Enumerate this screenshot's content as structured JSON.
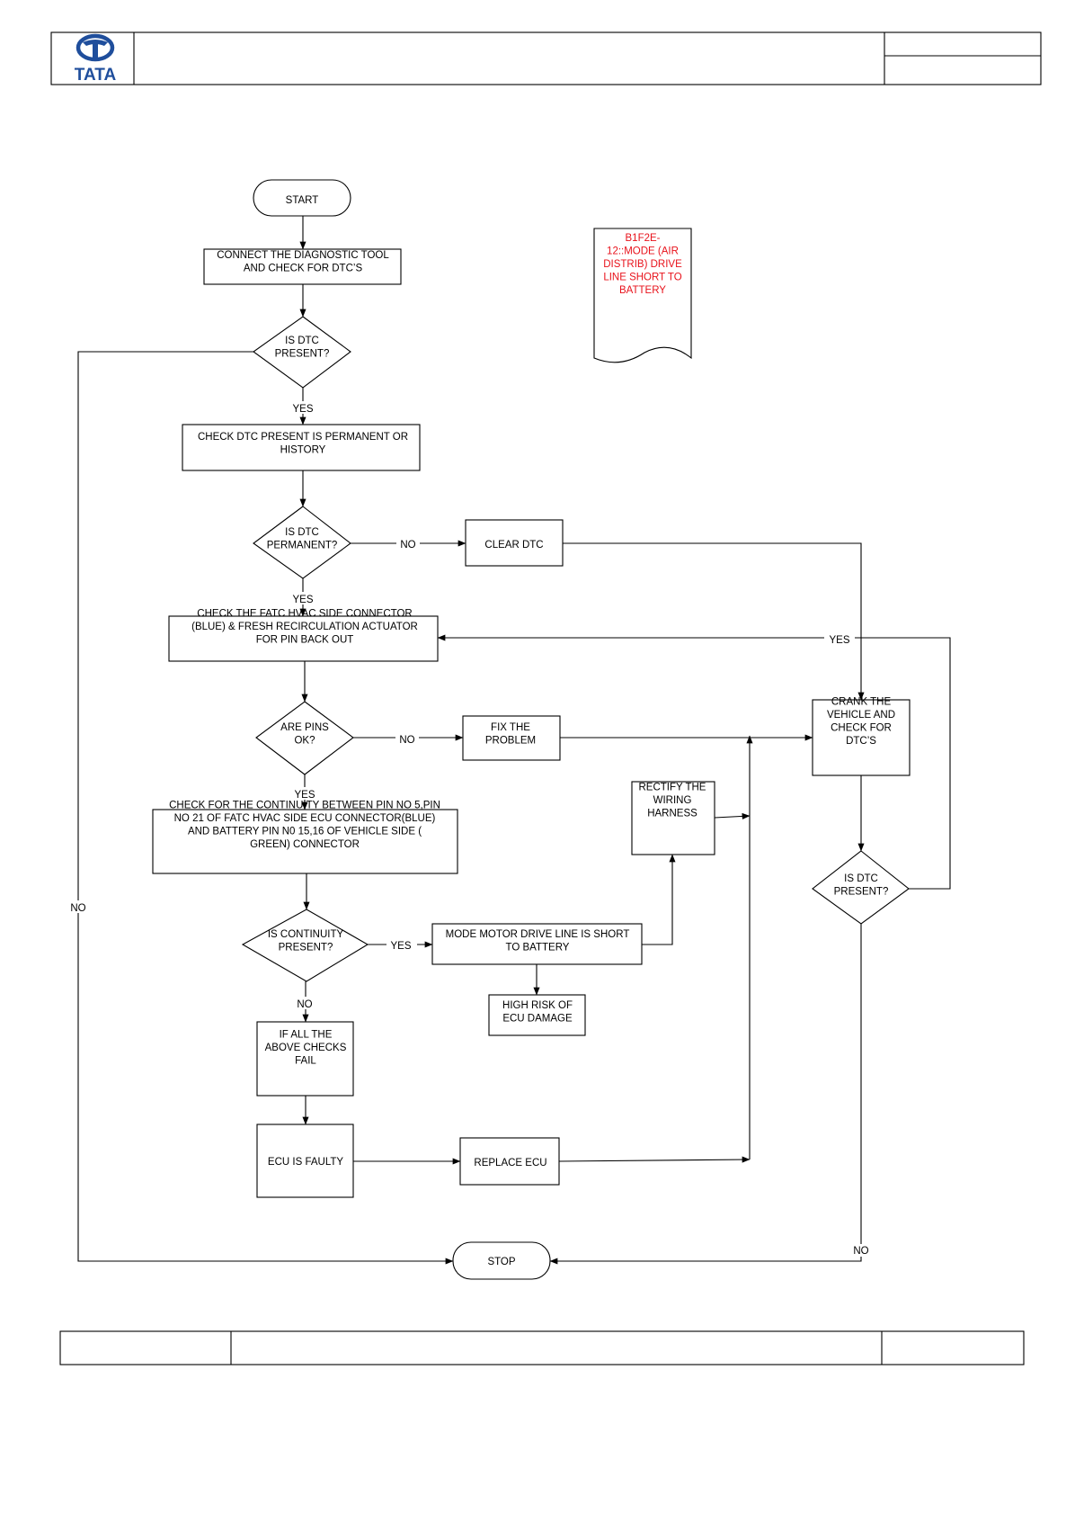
{
  "header": {
    "brand": "TATA",
    "brand_color": "#1f4e9c"
  },
  "note": {
    "lines": [
      "B1F2E-",
      "12::MODE (AIR",
      "DISTRIB) DRIVE",
      "LINE SHORT TO",
      "BATTERY"
    ],
    "color": "#e8121b"
  },
  "nodes": {
    "start": {
      "lines": [
        "START"
      ]
    },
    "connect_tool": {
      "lines": [
        "CONNECT THE DIAGNOSTIC TOOL",
        "AND CHECK FOR  DTC’S"
      ]
    },
    "is_dtc_present_1": {
      "lines": [
        "IS  DTC",
        "PRESENT?"
      ]
    },
    "check_permanent": {
      "lines": [
        "CHECK DTC  PRESENT IS PERMANENT OR",
        "HISTORY"
      ]
    },
    "is_dtc_permanent": {
      "lines": [
        "IS  DTC",
        "PERMANENT?"
      ]
    },
    "clear_dtc": {
      "lines": [
        "CLEAR DTC"
      ]
    },
    "check_connector": {
      "lines": [
        "CHECK THE FATC HVAC SIDE CONNECTOR",
        "(BLUE) & FRESH RECIRCULATION ACTUATOR",
        "FOR PIN BACK OUT"
      ]
    },
    "are_pins_ok": {
      "lines": [
        "ARE PINS",
        "OK?"
      ]
    },
    "fix_problem": {
      "lines": [
        "FIX THE",
        "PROBLEM"
      ]
    },
    "crank_vehicle": {
      "lines": [
        "CRANK THE",
        "VEHICLE AND",
        "CHECK FOR",
        "DTC’S"
      ]
    },
    "rectify_harness": {
      "lines": [
        "RECTIFY THE",
        "WIRING",
        "HARNESS"
      ]
    },
    "check_continuity": {
      "lines": [
        "CHECK FOR THE CONTINUITY BETWEEN PIN NO 5,PIN",
        "NO 21 OF FATC HVAC SIDE ECU CONNECTOR(BLUE)",
        "AND  BATTERY   PIN N0 15,16 OF VEHICLE SIDE (",
        "GREEN) CONNECTOR"
      ]
    },
    "is_dtc_present_2": {
      "lines": [
        "IS  DTC",
        "PRESENT?"
      ]
    },
    "is_continuity": {
      "lines": [
        "IS CONTINUITY",
        "PRESENT?"
      ]
    },
    "short_to_battery": {
      "lines": [
        "MODE MOTOR DRIVE LINE IS SHORT",
        "TO BATTERY"
      ]
    },
    "high_risk": {
      "lines": [
        "HIGH RISK OF",
        "ECU DAMAGE"
      ]
    },
    "all_checks_fail": {
      "lines": [
        "IF ALL THE",
        "ABOVE CHECKS",
        "FAIL"
      ]
    },
    "ecu_faulty": {
      "lines": [
        "ECU IS FAULTY"
      ]
    },
    "replace_ecu": {
      "lines": [
        "REPLACE ECU"
      ]
    },
    "stop": {
      "lines": [
        "STOP"
      ]
    }
  },
  "edge_labels": {
    "present1_yes": "YES",
    "present1_no": "NO",
    "permanent_yes": "YES",
    "permanent_no": "NO",
    "pins_yes": "YES",
    "pins_no": "NO",
    "continuity_yes": "YES",
    "continuity_no": "NO",
    "present2_yes": "YES",
    "present2_no": "NO"
  }
}
